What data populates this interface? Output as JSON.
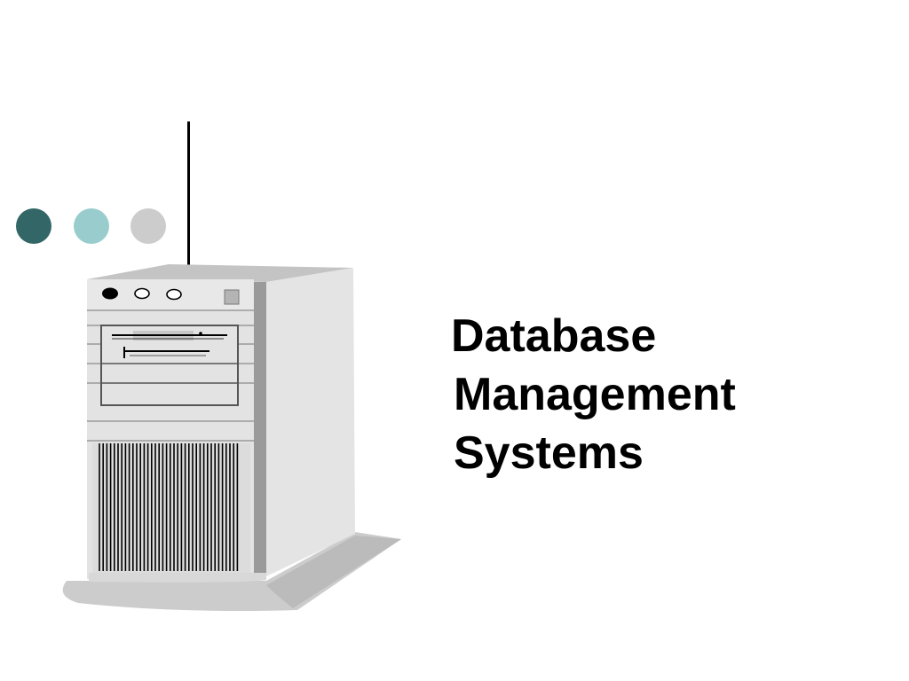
{
  "slide": {
    "title_lines": [
      "Database",
      "Management",
      "Systems"
    ]
  },
  "decor": {
    "bullets": [
      {
        "color": "#336666"
      },
      {
        "color": "#99cccc"
      },
      {
        "color": "#cccccc"
      }
    ],
    "server_icon": "server-tower-icon"
  }
}
